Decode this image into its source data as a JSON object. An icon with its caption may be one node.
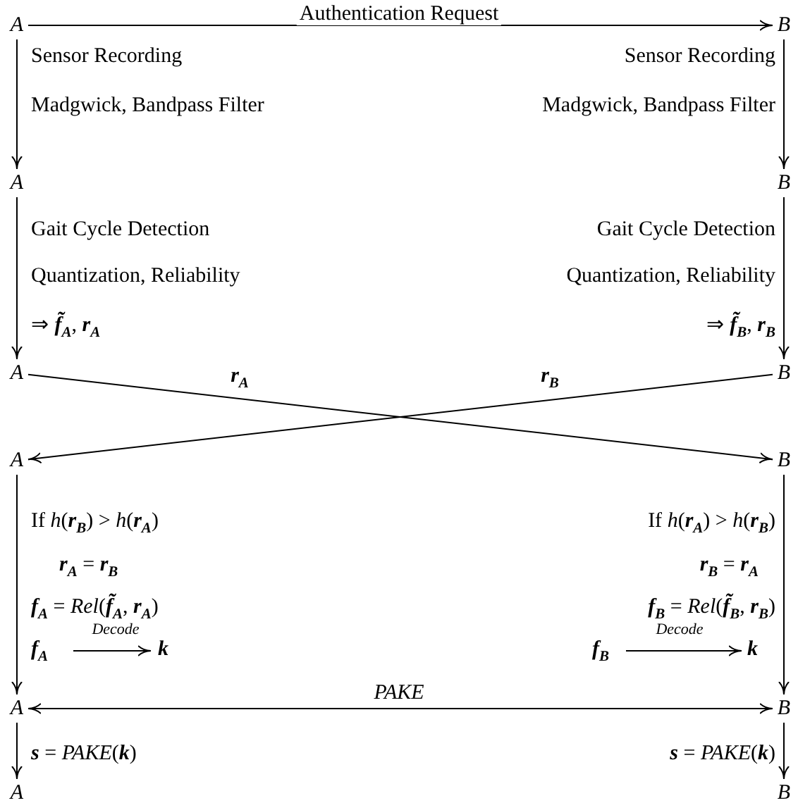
{
  "diagram": {
    "nodes": [
      {
        "text": [
          "A"
        ]
      },
      {
        "text": [
          "B"
        ]
      },
      {
        "text": [
          "A"
        ]
      },
      {
        "text": [
          "B"
        ]
      },
      {
        "text": [
          "A"
        ]
      },
      {
        "text": [
          "B"
        ]
      },
      {
        "text": [
          "A"
        ]
      },
      {
        "text": [
          "B"
        ]
      },
      {
        "text": [
          "A"
        ]
      },
      {
        "text": [
          "B"
        ]
      },
      {
        "text": [
          "A"
        ]
      },
      {
        "text": [
          "B"
        ]
      }
    ],
    "edges": [
      {
        "from": 0,
        "to": 1,
        "arrow": "to",
        "label": "Authentication Request"
      },
      {
        "from": 0,
        "to": 2,
        "arrow": "to"
      },
      {
        "from": 1,
        "to": 3,
        "arrow": "to"
      },
      {
        "from": 2,
        "to": 4,
        "arrow": "to"
      },
      {
        "from": 3,
        "to": 5,
        "arrow": "to"
      },
      {
        "from": 4,
        "to": 7,
        "arrow": "to",
        "label": "r$_{A}$"
      },
      {
        "from": 5,
        "to": 6,
        "arrow": "to",
        "label": "r$_{B}$"
      },
      {
        "from": 6,
        "to": 8,
        "arrow": "to"
      },
      {
        "from": 7,
        "to": 9,
        "arrow": "to"
      },
      {
        "from": 8,
        "to": 9,
        "arrow": "both",
        "label": "PAKE"
      },
      {
        "from": 8,
        "to": 10,
        "arrow": "to"
      },
      {
        "from": 9,
        "to": 11,
        "arrow": "to"
      }
    ],
    "labels": [
      "Sensor Recording",
      "Sensor Recording",
      "Madgwick, Bandpass Filter",
      "Madgwick, Bandpass Filter",
      "Gait Cycle Detection",
      "Gait Cycle Detection",
      "Quantization, Reliability",
      "Quantization, Reliability",
      "⇒ **f̃**$_{A}$, **r**$_{A}$",
      "⇒ **f̃**$_{B}$, **r**$_{B}$",
      "If *h*(**r**$_{B}$) > *h*(**r**$_{A}$)",
      "If *h*(**r**$_{A}$) > *h*(**r**$_{B}$)",
      "**r**$_{A}$ = **r**$_{B}$",
      "**r**$_{B}$ = **r**$_{A}$",
      "**f**$_{A}$ = *Rel*(**f̃**$_{A}$, **r**$_{A}$)",
      "**f**$_{B}$ = *Rel*(**f̃**$_{B}$, **r**$_{B}$)",
      "**f**$_{A}$",
      "Decode",
      "**k**",
      "**f**$_{B}$",
      "Decode",
      "**k**",
      "**s** = *PAKE*(**k**)",
      "**s** = *PAKE*(**k**)"
    ]
  }
}
